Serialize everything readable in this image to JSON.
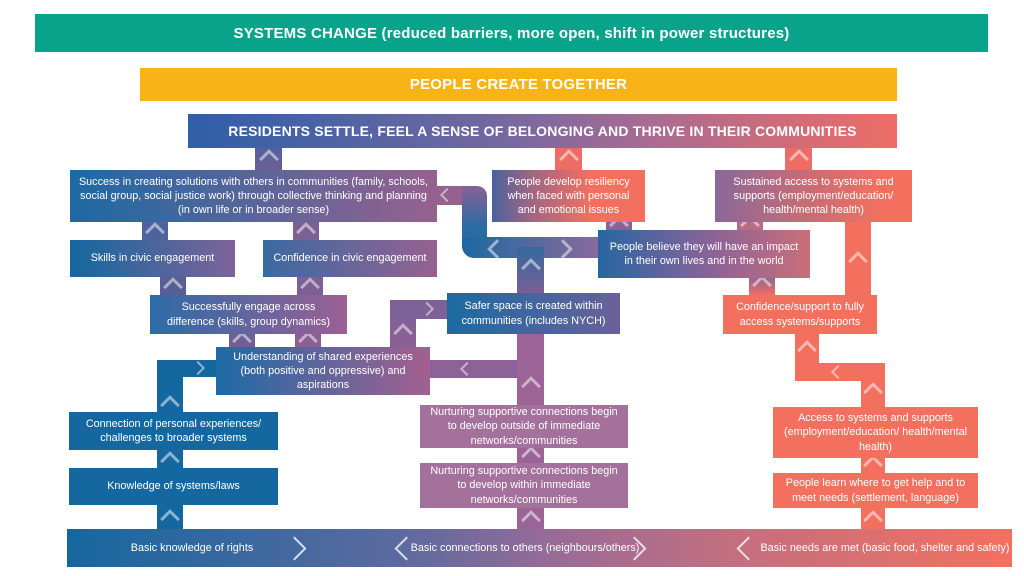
{
  "banners": {
    "systems_change": "SYSTEMS CHANGE (reduced barriers, more open, shift in power structures)",
    "people_create": "PEOPLE CREATE TOGETHER",
    "residents_settle": "RESIDENTS SETTLE, FEEL A SENSE OF BELONGING AND THRIVE IN THEIR COMMUNITIES"
  },
  "boxes": {
    "success": "Success in creating solutions with others in communities (family, schools, social group, social justice work) through collective thinking and planning (in own life or in broader sense)",
    "resiliency": "People develop resiliency when faced with personal and emotional issues",
    "sustained": "Sustained access to systems and supports (employment/education/ health/mental health)",
    "skills": "Skills in civic engagement",
    "confidence": "Confidence in civic engagement",
    "believe": "People believe they will have an impact in their own lives and in the world",
    "engage": "Successfully engage across difference (skills, group dynamics)",
    "safer": "Safer space is created within communities (includes NYCH)",
    "conf_support": "Confidence/support to fully access systems/supports",
    "understanding": "Understanding of shared experiences (both positive and oppressive) and aspirations",
    "connection": "Connection of personal experiences/ challenges to broader systems",
    "nurture_outside": "Nurturing supportive connections begin to develop outside of immediate networks/communities",
    "access": "Access to systems and supports (employment/education/ health/mental health)",
    "knowledge": "Knowledge of systems/laws",
    "nurture_within": "Nurturing supportive connections begin to develop within immediate networks/communities",
    "learn": "People learn where to get help and to meet needs (settlement, language)"
  },
  "bottom_bar": {
    "sections": [
      {
        "label": "Basic knowledge of rights"
      },
      {
        "label": "Basic connections to others (neighbours/others)"
      },
      {
        "label": "Basic needs are met (basic food, shelter and safety)"
      }
    ]
  },
  "colors": {
    "teal": "#09a38c",
    "yellow": "#f8b416",
    "blue": "#15679f",
    "purple": "#9c6496",
    "mauve": "#a3719c",
    "salmon": "#f3705f"
  }
}
